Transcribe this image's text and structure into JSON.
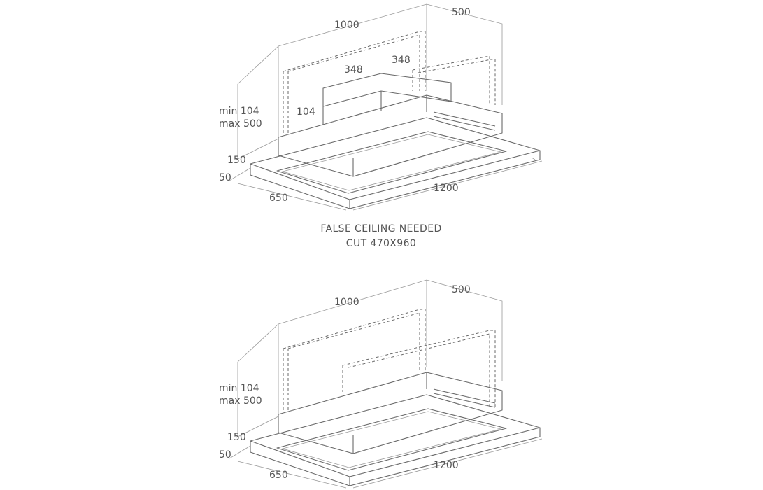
{
  "diagrams": [
    {
      "labels": {
        "width_top": "1000",
        "depth_top": "500",
        "inner_left": "348",
        "inner_right": "348",
        "chimney_small": "104",
        "height_min": "min 104",
        "height_max": "max 500",
        "body_height": "150",
        "frame_height": "50",
        "depth": "650",
        "width": "1200"
      }
    },
    {
      "labels": {
        "width_top": "1000",
        "depth_top": "500",
        "height_min": "min 104",
        "height_max": "max 500",
        "body_height": "150",
        "frame_height": "50",
        "depth": "650",
        "width": "1200"
      }
    }
  ],
  "caption": {
    "line1": "FALSE CEILING NEEDED",
    "line2": "CUT 470X960"
  }
}
